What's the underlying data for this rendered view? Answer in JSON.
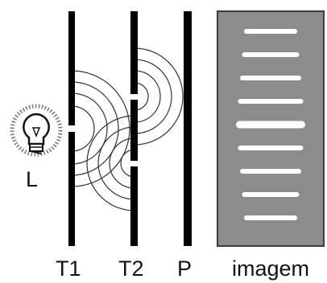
{
  "labels": {
    "source": "L",
    "first_barrier": "T1",
    "second_barrier": "T2",
    "screen": "P",
    "image": "imagem"
  },
  "colors": {
    "barrier": "#000000",
    "wave": "#333333",
    "panel": "#8c8c8c",
    "panel_border": "#3a3a3a",
    "fringe": "#ffffff",
    "bulb_glow": "#666666"
  },
  "fringe_count": 9,
  "central_fringe_index": 4
}
